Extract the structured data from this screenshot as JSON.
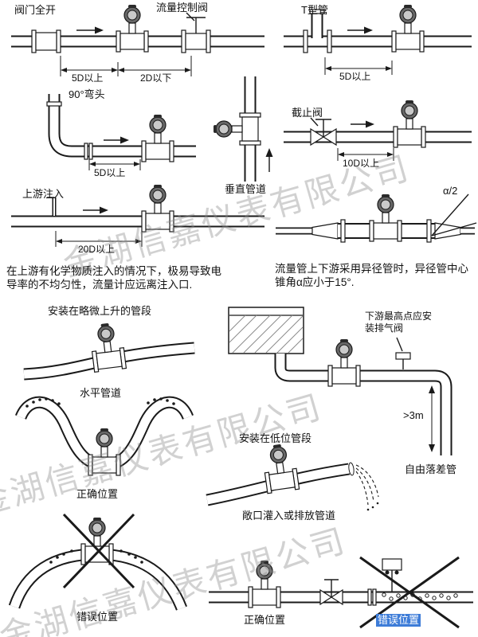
{
  "watermark": "金湖信嘉仪表有限公司",
  "colors": {
    "line": "#1a1a1a",
    "watermark_gray": "#8c8c8c",
    "selection_blue": "#3d7cd8"
  },
  "sections": {
    "straight_run": {
      "valve_label": "阀门全开",
      "control_valve_label": "流量控制阀",
      "dim_upstream": "5D以上",
      "dim_downstream": "2D以下"
    },
    "t_pipe": {
      "label": "T型管",
      "dim": "5D以上"
    },
    "elbow": {
      "label": "90°弯头",
      "dim": "5D以上"
    },
    "vertical": {
      "label": "垂直管道"
    },
    "stop_valve": {
      "label": "截止阀",
      "dim": "10D以上"
    },
    "injection": {
      "label": "上游注入",
      "dim": "20D以上",
      "note": "在上游有化学物质注入的情况下，极易导致电导率的不均匀性，流量计应远离注入口."
    },
    "reducer": {
      "angle_label": "α/2",
      "note": "流量管上下游采用异径管时，异径管中心锥角α应小于15°."
    },
    "rising": {
      "label": "安装在略微上升的管段",
      "caption": "水平管道"
    },
    "tank": {
      "exhaust_note": "下游最高点应安装排气阀",
      "height_label": ">3m",
      "low_section_label": "安装在低位管段",
      "free_fall_label": "自由落差管"
    },
    "u_section": {
      "caption": "正确位置"
    },
    "discharge": {
      "caption": "敞口灌入或排放管道"
    },
    "hump": {
      "caption": "错误位置"
    },
    "bottom": {
      "correct_caption": "正确位置",
      "wrong_caption": "错误位置"
    }
  }
}
